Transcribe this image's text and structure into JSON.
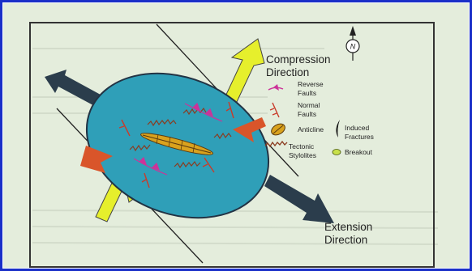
{
  "colors": {
    "frame_blue": "#1a2fc8",
    "slide_bg": "#e4eddc",
    "ellipse_fill": "#2f9fb8",
    "compression_arrow": "#e6ef2c",
    "extension_arrow": "#2b3d4c",
    "fault_red": "#d9552a",
    "reverse_fault": "#cc3399",
    "anticline": "#d9a21e"
  },
  "compass": {
    "label": "N"
  },
  "compression": {
    "line1": "Compression",
    "line2": "Direction"
  },
  "extension": {
    "line1": "Extension",
    "line2": "Direction"
  },
  "legend": {
    "reverse_faults": {
      "line1": "Reverse",
      "line2": "Faults",
      "icon": "reverse-fault-symbol"
    },
    "normal_faults": {
      "line1": "Normal",
      "line2": "Faults",
      "icon": "normal-fault-symbol"
    },
    "anticline": {
      "label": "Anticline",
      "icon": "anticline-symbol"
    },
    "tectonic_stylolites": {
      "line1": "Tectonic",
      "line2": "Stylolites",
      "icon": "stylolite-symbol"
    },
    "induced_fractures": {
      "line1": "Induced",
      "line2": "Fractures",
      "icon": "induced-fracture-symbol"
    },
    "breakout": {
      "label": "Breakout",
      "icon": "breakout-symbol"
    }
  }
}
